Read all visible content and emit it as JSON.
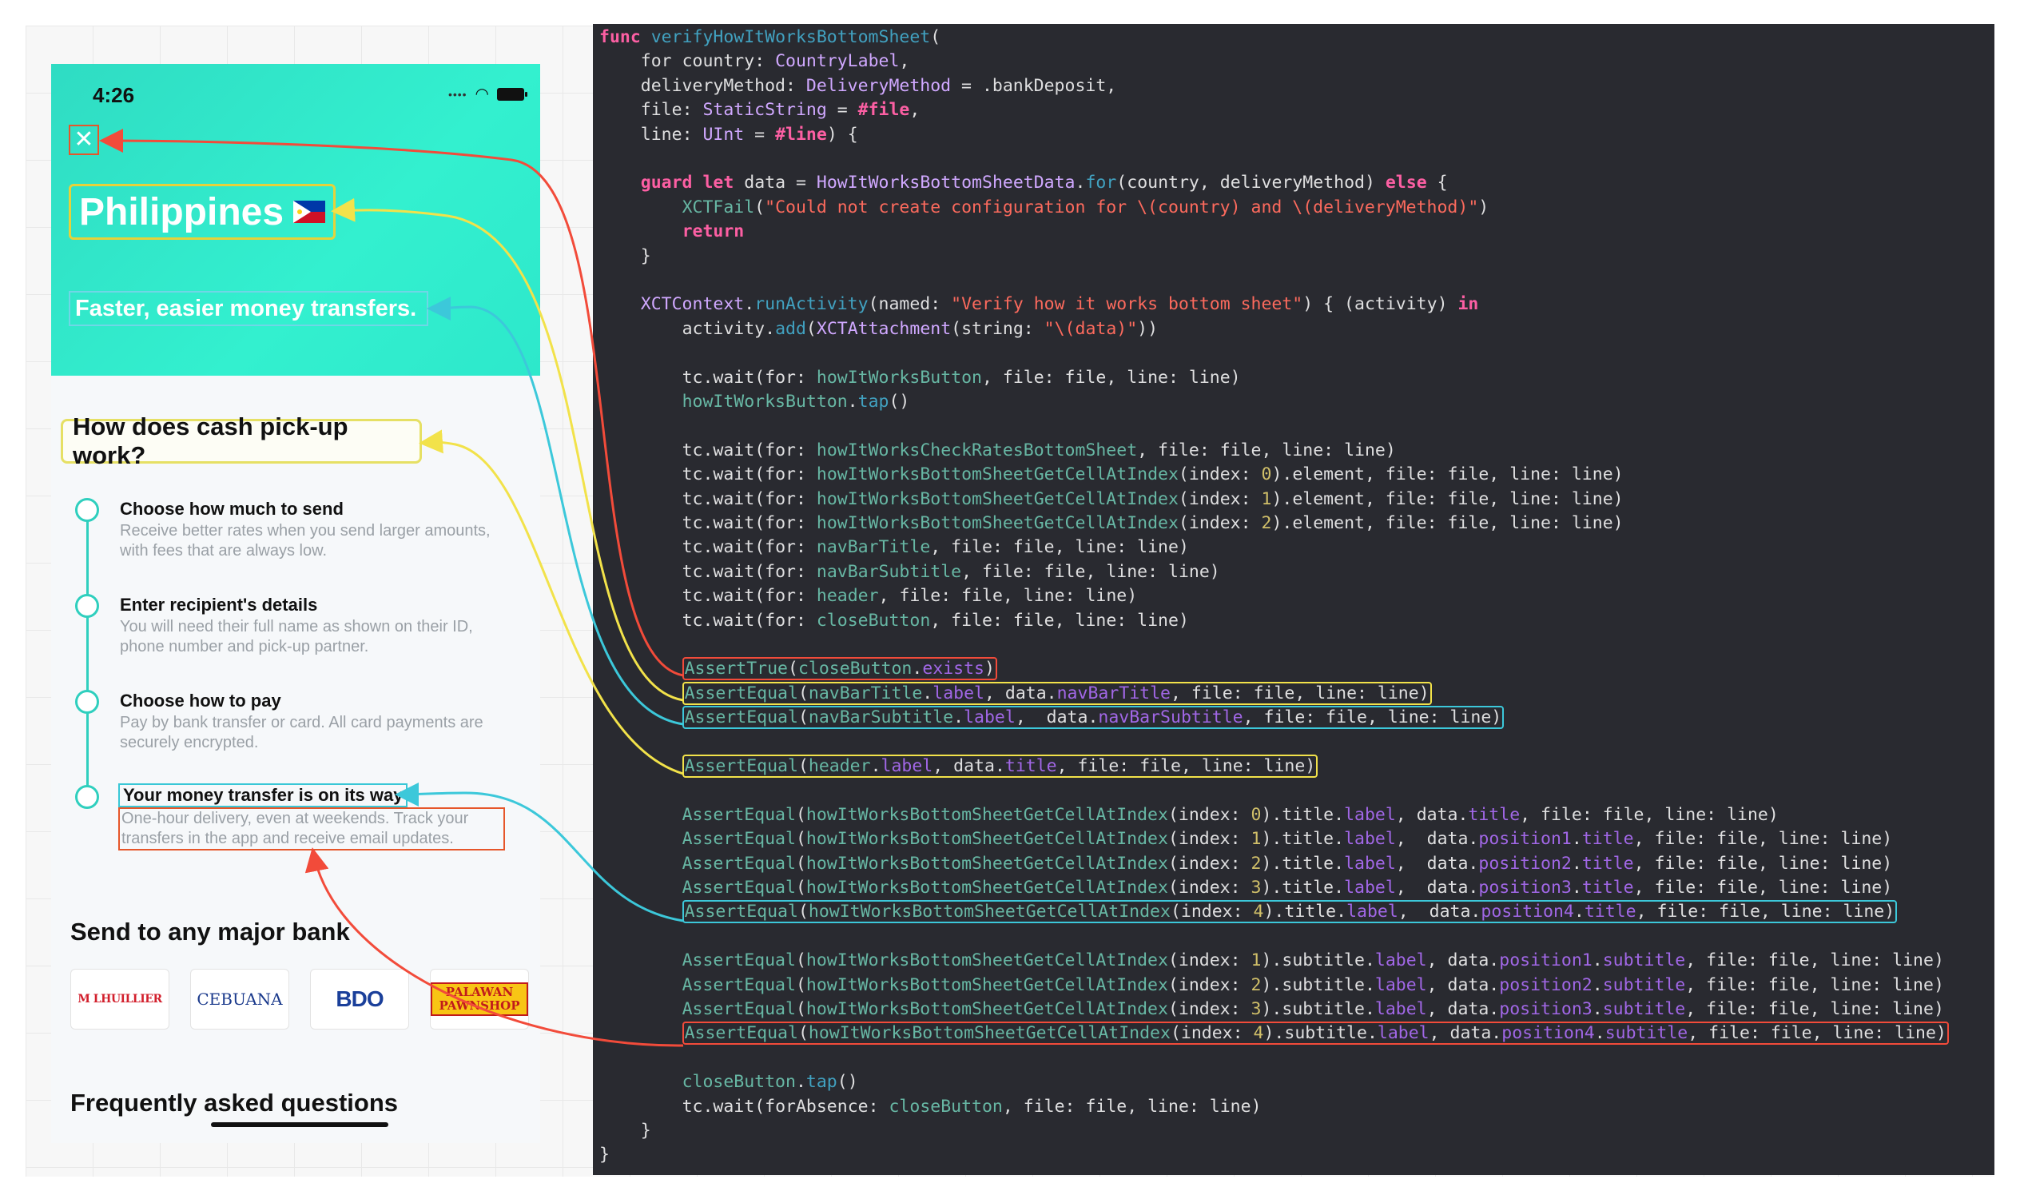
{
  "phone": {
    "status_time": "4:26",
    "close_glyph": "✕",
    "nav_title": "Philippines",
    "nav_subtitle": "Faster, easier money transfers.",
    "header": "How does cash pick-up work?",
    "steps": [
      {
        "title": "Choose how much to send",
        "subtitle": "Receive better rates when you send larger amounts, with fees that are always low."
      },
      {
        "title": "Enter recipient's details",
        "subtitle": "You will need their full name as shown on their ID, phone number and pick-up partner."
      },
      {
        "title": "Choose how to pay",
        "subtitle": "Pay by bank transfer or card. All card payments are securely encrypted."
      },
      {
        "title": "Your money transfer is on its way",
        "subtitle": "One-hour delivery, even at weekends. Track your transfers in the app and receive email updates."
      }
    ],
    "banks_title": "Send to any major bank",
    "banks": [
      {
        "name": "M LHUILLIER"
      },
      {
        "name": "CEBUANA"
      },
      {
        "name": "BDO"
      },
      {
        "name": "PALAWAN PAWNSHOP"
      }
    ],
    "faq_title": "Frequently asked questions",
    "colors": {
      "header_bg": "#33f0cf",
      "accent": "#2fcfbe"
    }
  },
  "code": {
    "lines": [
      {
        "text": "func verifyHowItWorksBottomSheet("
      },
      {
        "text": "    for country: CountryLabel,"
      },
      {
        "text": "    deliveryMethod: DeliveryMethod = .bankDeposit,"
      },
      {
        "text": "    file: StaticString = #file,"
      },
      {
        "text": "    line: UInt = #line) {"
      },
      {
        "text": ""
      },
      {
        "text": "    guard let data = HowItWorksBottomSheetData.for(country, deliveryMethod) else {"
      },
      {
        "text": "        XCTFail(\"Could not create configuration for \\(country) and \\(deliveryMethod)\")"
      },
      {
        "text": "        return"
      },
      {
        "text": "    }"
      },
      {
        "text": ""
      },
      {
        "text": "    XCTContext.runActivity(named: \"Verify how it works bottom sheet\") { (activity) in"
      },
      {
        "text": "        activity.add(XCTAttachment(string: \"\\(data)\"))"
      },
      {
        "text": ""
      },
      {
        "text": "        tc.wait(for: howItWorksButton, file: file, line: line)"
      },
      {
        "text": "        howItWorksButton.tap()"
      },
      {
        "text": ""
      },
      {
        "text": "        tc.wait(for: howItWorksCheckRatesBottomSheet, file: file, line: line)"
      },
      {
        "text": "        tc.wait(for: howItWorksBottomSheetGetCellAtIndex(index: 0).element, file: file, line: line)"
      },
      {
        "text": "        tc.wait(for: howItWorksBottomSheetGetCellAtIndex(index: 1).element, file: file, line: line)"
      },
      {
        "text": "        tc.wait(for: howItWorksBottomSheetGetCellAtIndex(index: 2).element, file: file, line: line)"
      },
      {
        "text": "        tc.wait(for: navBarTitle, file: file, line: line)"
      },
      {
        "text": "        tc.wait(for: navBarSubtitle, file: file, line: line)"
      },
      {
        "text": "        tc.wait(for: header, file: file, line: line)"
      },
      {
        "text": "        tc.wait(for: closeButton, file: file, line: line)"
      },
      {
        "text": ""
      },
      {
        "text": "        AssertTrue(closeButton.exists)",
        "highlight": "red"
      },
      {
        "text": "        AssertEqual(navBarTitle.label, data.navBarTitle, file: file, line: line)",
        "highlight": "yellow"
      },
      {
        "text": "        AssertEqual(navBarSubtitle.label,  data.navBarSubtitle, file: file, line: line)",
        "highlight": "cyan"
      },
      {
        "text": ""
      },
      {
        "text": "        AssertEqual(header.label, data.title, file: file, line: line)",
        "highlight": "yellow"
      },
      {
        "text": ""
      },
      {
        "text": "        AssertEqual(howItWorksBottomSheetGetCellAtIndex(index: 0).title.label, data.title, file: file, line: line)"
      },
      {
        "text": "        AssertEqual(howItWorksBottomSheetGetCellAtIndex(index: 1).title.label,  data.position1.title, file: file, line: line)"
      },
      {
        "text": "        AssertEqual(howItWorksBottomSheetGetCellAtIndex(index: 2).title.label,  data.position2.title, file: file, line: line)"
      },
      {
        "text": "        AssertEqual(howItWorksBottomSheetGetCellAtIndex(index: 3).title.label,  data.position3.title, file: file, line: line)"
      },
      {
        "text": "        AssertEqual(howItWorksBottomSheetGetCellAtIndex(index: 4).title.label,  data.position4.title, file: file, line: line)",
        "highlight": "cyan"
      },
      {
        "text": ""
      },
      {
        "text": "        AssertEqual(howItWorksBottomSheetGetCellAtIndex(index: 1).subtitle.label, data.position1.subtitle, file: file, line: line)"
      },
      {
        "text": "        AssertEqual(howItWorksBottomSheetGetCellAtIndex(index: 2).subtitle.label, data.position2.subtitle, file: file, line: line)"
      },
      {
        "text": "        AssertEqual(howItWorksBottomSheetGetCellAtIndex(index: 3).subtitle.label, data.position3.subtitle, file: file, line: line)"
      },
      {
        "text": "        AssertEqual(howItWorksBottomSheetGetCellAtIndex(index: 4).subtitle.label, data.position4.subtitle, file: file, line: line)",
        "highlight": "red"
      },
      {
        "text": ""
      },
      {
        "text": "        closeButton.tap()"
      },
      {
        "text": "        tc.wait(forAbsence: closeButton, file: file, line: line)"
      },
      {
        "text": "    }"
      },
      {
        "text": "}"
      }
    ],
    "colors": {
      "background": "#292a30",
      "keyword": "#fc5fa3",
      "string": "#fc6a5d",
      "number": "#d0bf69",
      "type": "#d0a8ff",
      "identifier": "#67b7a4",
      "member": "#a167e6",
      "function": "#41a1c0"
    }
  },
  "annotation_colors": {
    "red": "#f24b3a",
    "yellow": "#f2e24a",
    "cyan": "#3cc8da"
  }
}
